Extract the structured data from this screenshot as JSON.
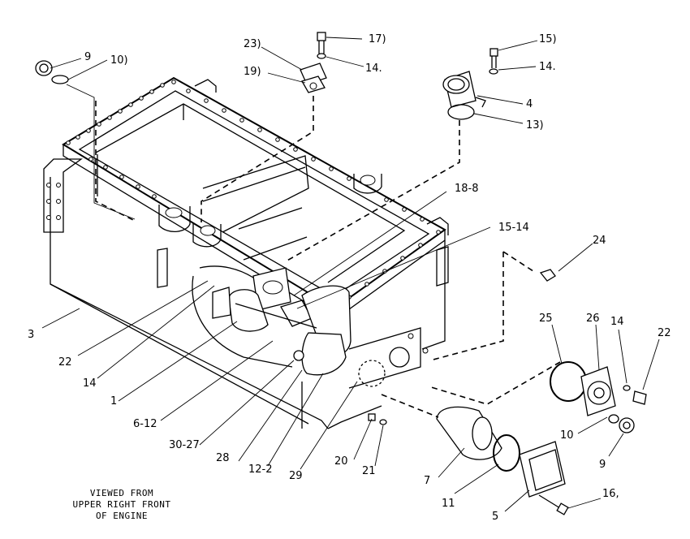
{
  "caption": {
    "line1": "VIEWED FROM",
    "line2": "UPPER RIGHT FRONT",
    "line3": "OF ENGINE"
  },
  "callouts": [
    {
      "id": "c9a",
      "text": "9"
    },
    {
      "id": "c10a",
      "text": "10)"
    },
    {
      "id": "c23",
      "text": "23)"
    },
    {
      "id": "c17",
      "text": "17)"
    },
    {
      "id": "c14a",
      "text": "14."
    },
    {
      "id": "c19",
      "text": "19)"
    },
    {
      "id": "c15a",
      "text": "15)"
    },
    {
      "id": "c14b",
      "text": "14."
    },
    {
      "id": "c4",
      "text": "4"
    },
    {
      "id": "c13",
      "text": "13)"
    },
    {
      "id": "c18",
      "text": "18-8"
    },
    {
      "id": "c1514",
      "text": "15-14"
    },
    {
      "id": "c24",
      "text": "24"
    },
    {
      "id": "c3",
      "text": "3"
    },
    {
      "id": "c22a",
      "text": "22"
    },
    {
      "id": "c14c",
      "text": "14"
    },
    {
      "id": "c1",
      "text": "1"
    },
    {
      "id": "c612",
      "text": "6-12"
    },
    {
      "id": "c3027",
      "text": "30-27"
    },
    {
      "id": "c28",
      "text": "28"
    },
    {
      "id": "c122",
      "text": "12-2"
    },
    {
      "id": "c29",
      "text": "29"
    },
    {
      "id": "c20",
      "text": "20"
    },
    {
      "id": "c21",
      "text": "21"
    },
    {
      "id": "c7",
      "text": "7"
    },
    {
      "id": "c11",
      "text": "11"
    },
    {
      "id": "c5",
      "text": "5"
    },
    {
      "id": "c16",
      "text": "16,"
    },
    {
      "id": "c25",
      "text": "25"
    },
    {
      "id": "c26",
      "text": "26"
    },
    {
      "id": "c14d",
      "text": "14"
    },
    {
      "id": "c22b",
      "text": "22"
    },
    {
      "id": "c10b",
      "text": "10"
    },
    {
      "id": "c9b",
      "text": "9"
    }
  ]
}
